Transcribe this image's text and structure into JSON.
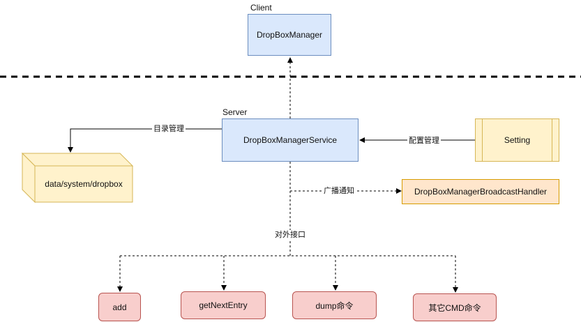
{
  "client_label": "Client",
  "server_label": "Server",
  "nodes": {
    "dropbox_manager": "DropBoxManager",
    "service": "DropBoxManagerService",
    "setting": "Setting",
    "storage": "data/system/dropbox",
    "broadcast_handler": "DropBoxManagerBroadcastHandler",
    "add": "add",
    "get_next_entry": "getNextEntry",
    "dump": "dump命令",
    "other_cmd": "其它CMD命令"
  },
  "edges": {
    "directory_mgmt": "目录管理",
    "config_mgmt": "配置管理",
    "broadcast_notify": "广播通知",
    "external_api": "对外接口"
  },
  "colors": {
    "blue_fill": "#dae8fc",
    "blue_stroke": "#6c8ebf",
    "yellow_fill": "#fff2cc",
    "yellow_stroke": "#d6b656",
    "orange_fill": "#ffe6cc",
    "orange_stroke": "#d79b00",
    "red_fill": "#f8cecc",
    "red_stroke": "#b85450"
  }
}
